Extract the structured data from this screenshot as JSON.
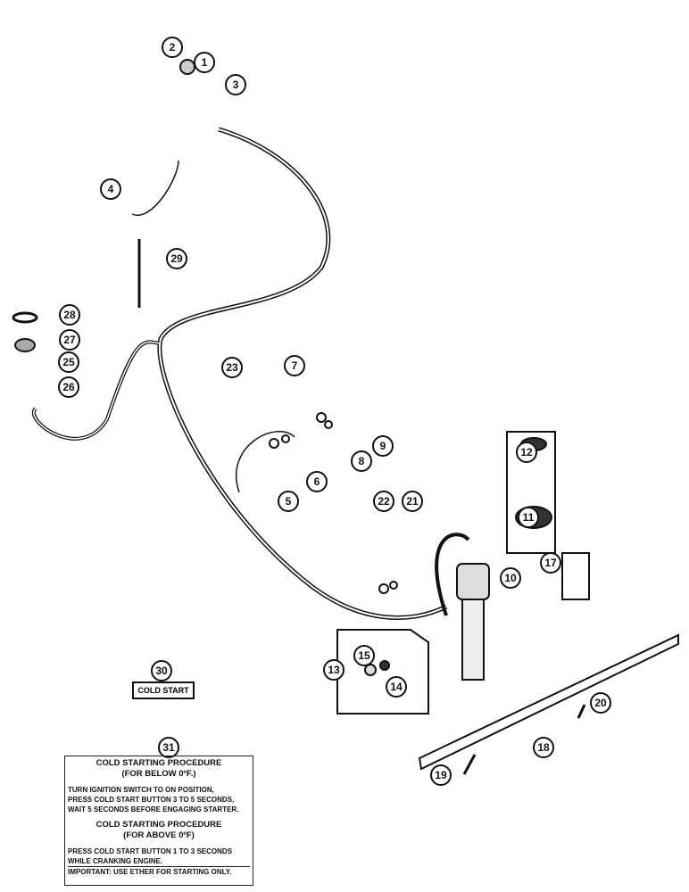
{
  "callouts": [
    "1",
    "2",
    "3",
    "4",
    "5",
    "6",
    "7",
    "8",
    "9",
    "10",
    "11",
    "12",
    "13",
    "14",
    "15",
    "17",
    "18",
    "19",
    "20",
    "21",
    "22",
    "23",
    "25",
    "26",
    "27",
    "28",
    "29",
    "30",
    "31"
  ],
  "decal_label": "COLD START",
  "procedure": {
    "heading_below": "COLD STARTING PROCEDURE",
    "sub_below": "(FOR BELOW 0ºF.)",
    "lines_below": [
      "TURN IGNITION SWITCH TO ON POSITION,",
      "PRESS COLD START BUTTON 3 TO 5 SECONDS,",
      "WAIT 5 SECONDS BEFORE ENGAGING STARTER."
    ],
    "heading_above": "COLD STARTING PROCEDURE",
    "sub_above": "(FOR ABOVE 0ºF)",
    "lines_above": [
      "PRESS COLD START BUTTON 1 TO 3 SECONDS",
      "WHILE CRANKING ENGINE."
    ],
    "important": "IMPORTANT: USE ETHER FOR STARTING ONLY."
  }
}
